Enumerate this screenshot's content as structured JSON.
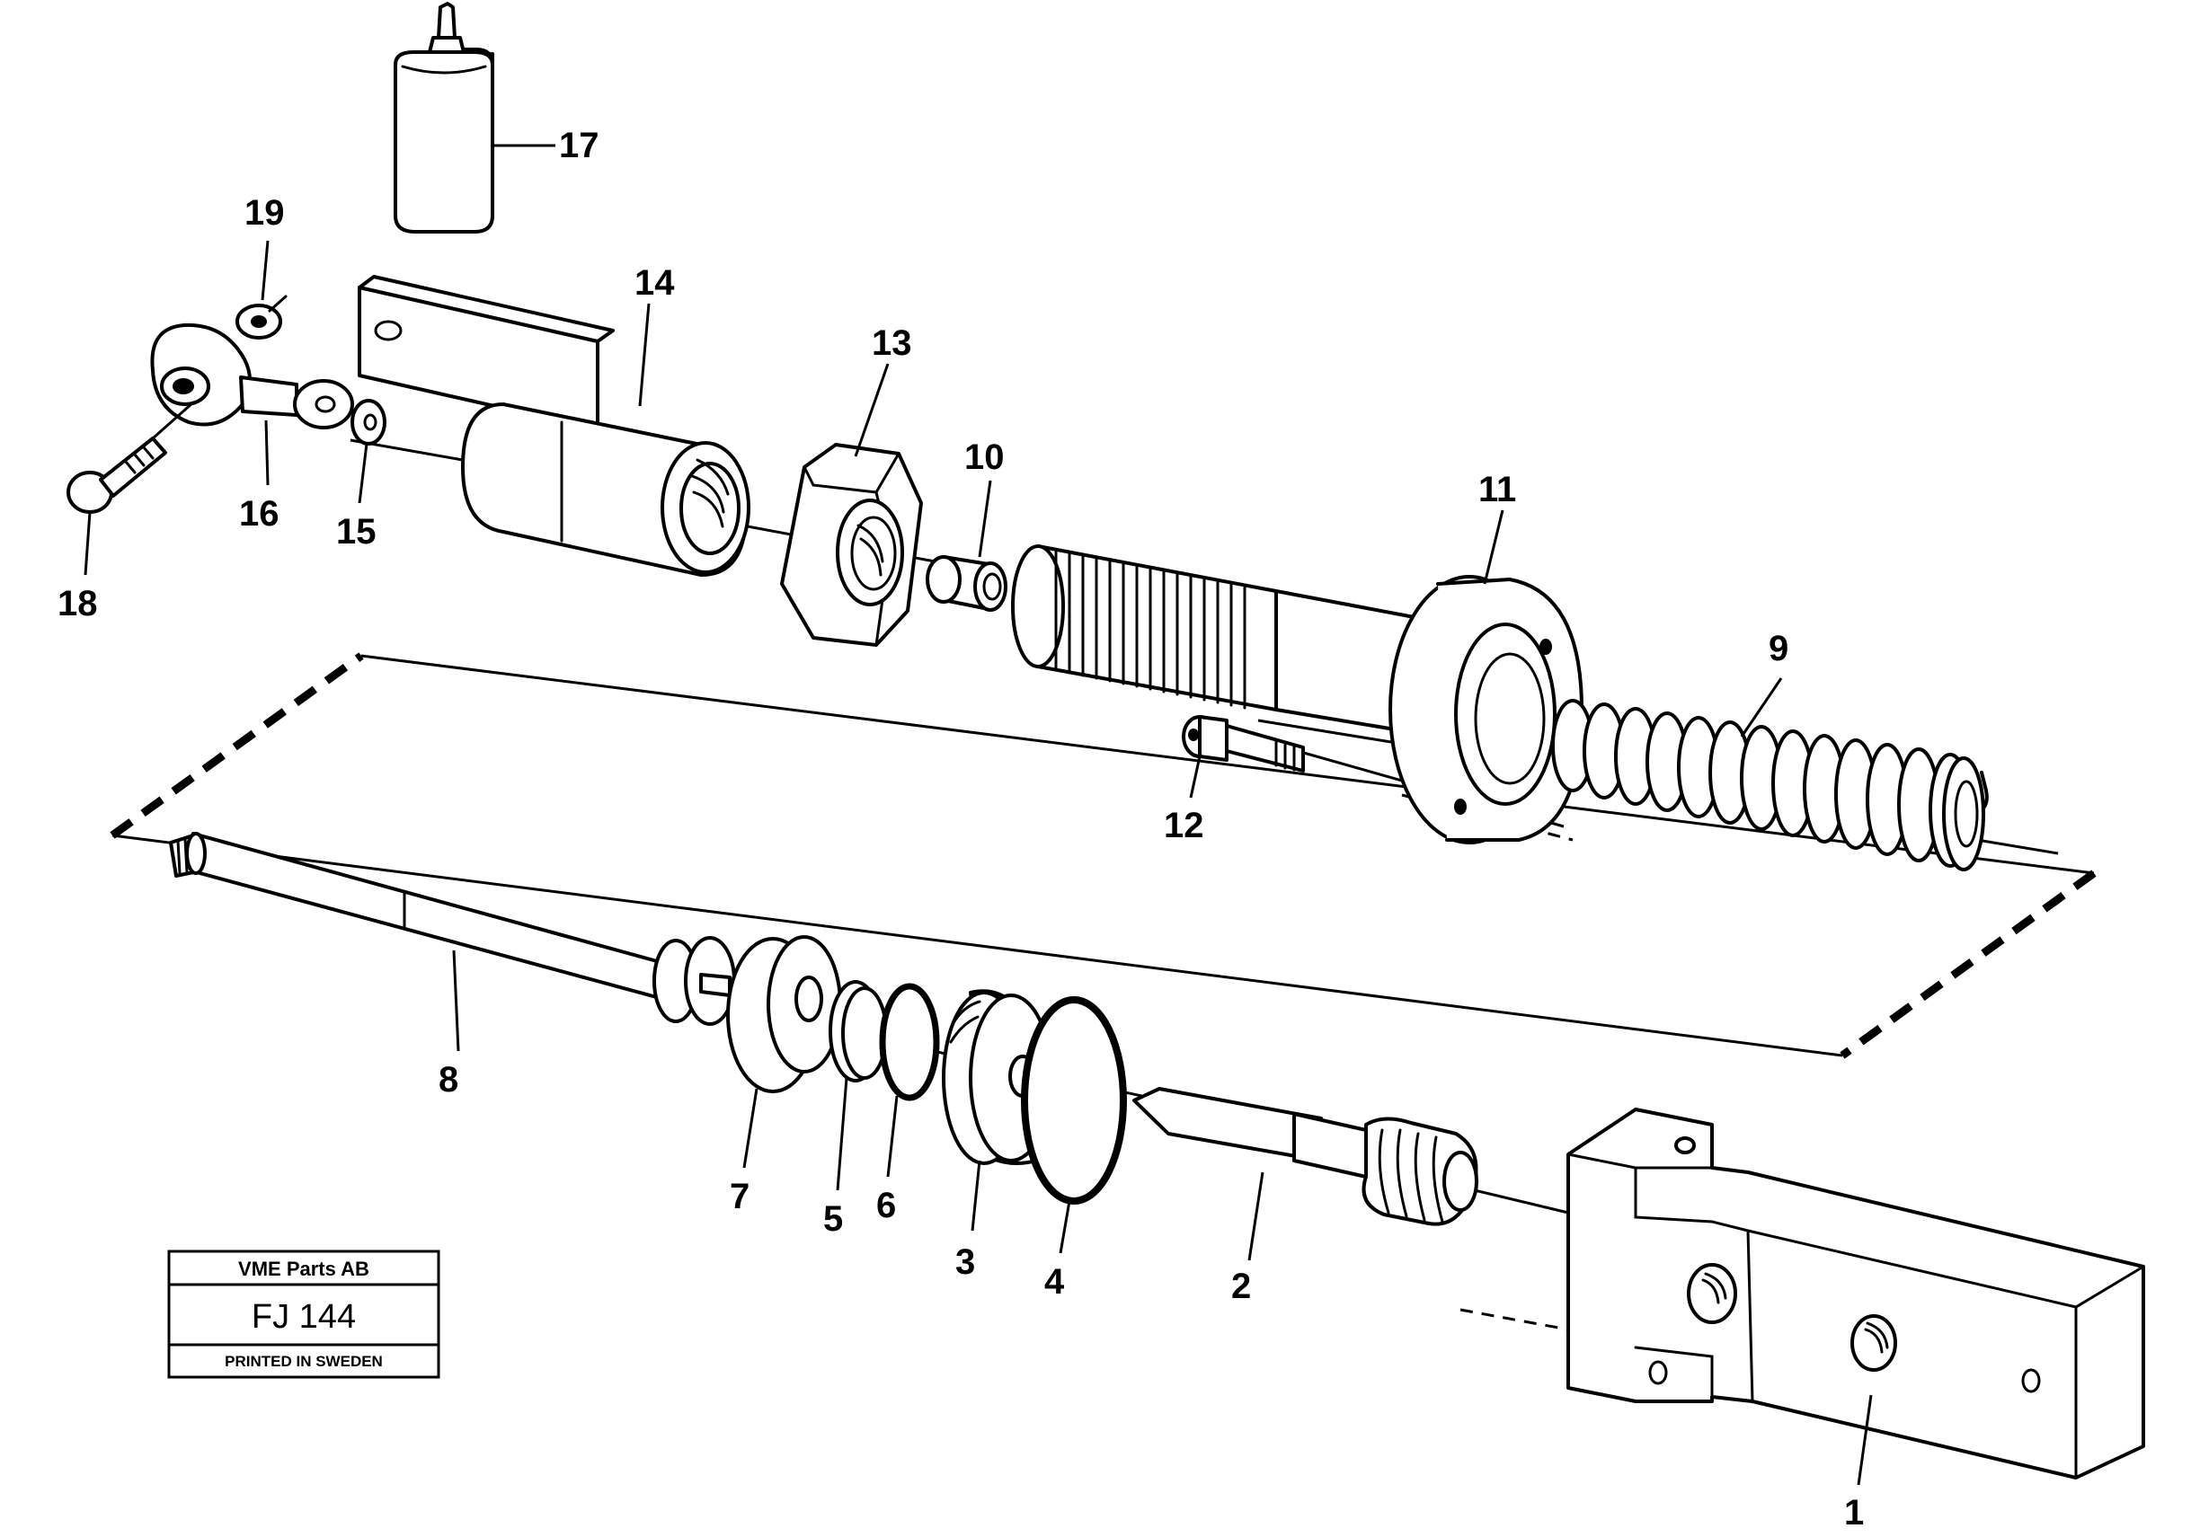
{
  "stamp": {
    "company": "VME Parts AB",
    "code": "FJ 144",
    "printed": "PRINTED IN SWEDEN"
  },
  "callouts": {
    "c1": "1",
    "c2": "2",
    "c3": "3",
    "c4": "4",
    "c5": "5",
    "c6": "6",
    "c7": "7",
    "c8": "8",
    "c9": "9",
    "c10": "10",
    "c11": "11",
    "c12": "12",
    "c13": "13",
    "c14": "14",
    "c15": "15",
    "c16": "16",
    "c17": "17",
    "c18": "18",
    "c19": "19"
  }
}
